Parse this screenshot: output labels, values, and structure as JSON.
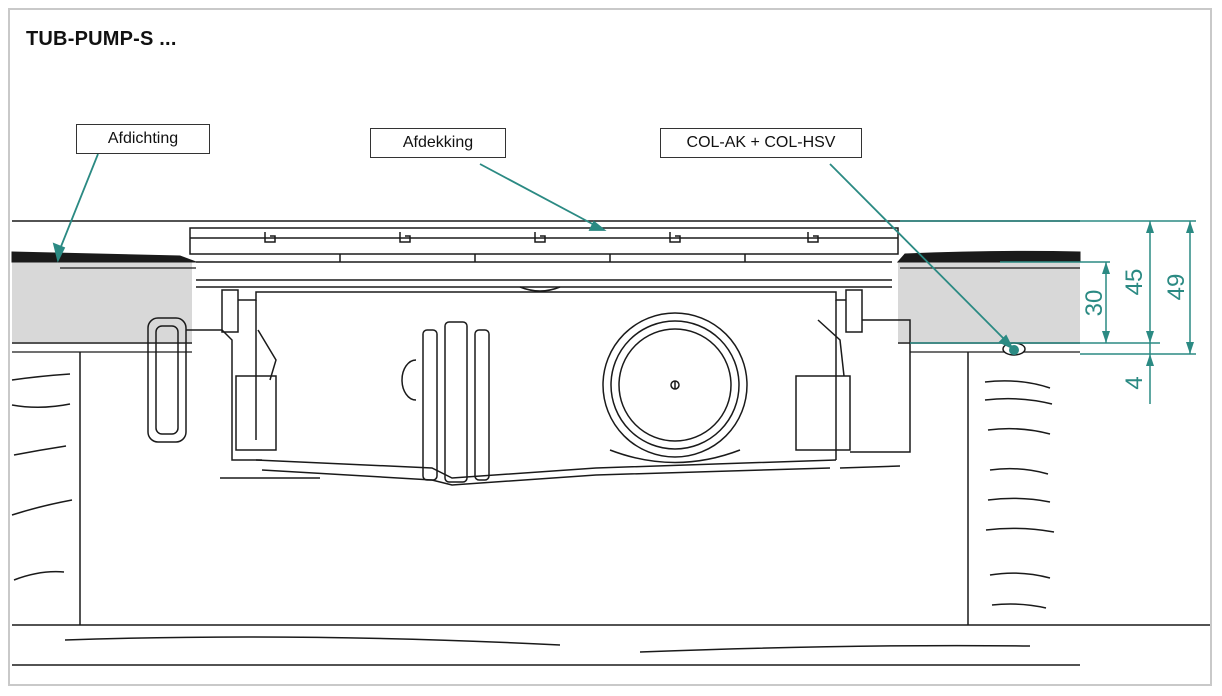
{
  "title": "TUB-PUMP-S ...",
  "labels": {
    "seal": "Afdichting",
    "cover": "Afdekking",
    "col": "COL-AK + COL-HSV"
  },
  "dimensions": {
    "d30": "30",
    "d45": "45",
    "d49": "49",
    "d4": "4"
  },
  "colors": {
    "leader": "#2b8a83",
    "fill": "#d8d8d8",
    "line": "#1a1a1a",
    "frame": "#c9c9c9"
  }
}
